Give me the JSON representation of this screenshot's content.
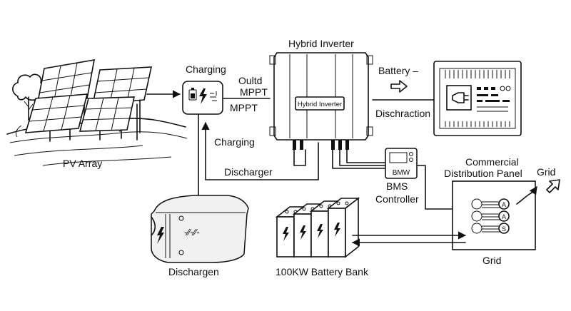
{
  "labels": {
    "pv_array": "PV Array",
    "charging_top": "Charging",
    "mppt_a": "Oultd",
    "mppt_b": "MPPT",
    "mppt_c": "MPPT",
    "inverter_title": "Hybrid Inverter",
    "inverter_plate": "Hybrid Inverter",
    "battery_arrow": "Battery –",
    "discharge_right": "Dischraction",
    "charging_mid": "Charging",
    "discharger_line": "Discharger",
    "bms_badge": "BMW",
    "bms_line1": "BMS",
    "bms_line2": "Controller",
    "panel_line1": "Commercial",
    "panel_line2": "Distribution Panel",
    "grid_top": "Grid",
    "grid_bottom": "Grid",
    "battery_bank": "100KW Battery Bank",
    "discharge_box": "Dischargen",
    "discharge_box_symbol": "-⁄⁄-⁄⁄-"
  },
  "meters": [
    "A",
    "A",
    "S"
  ]
}
